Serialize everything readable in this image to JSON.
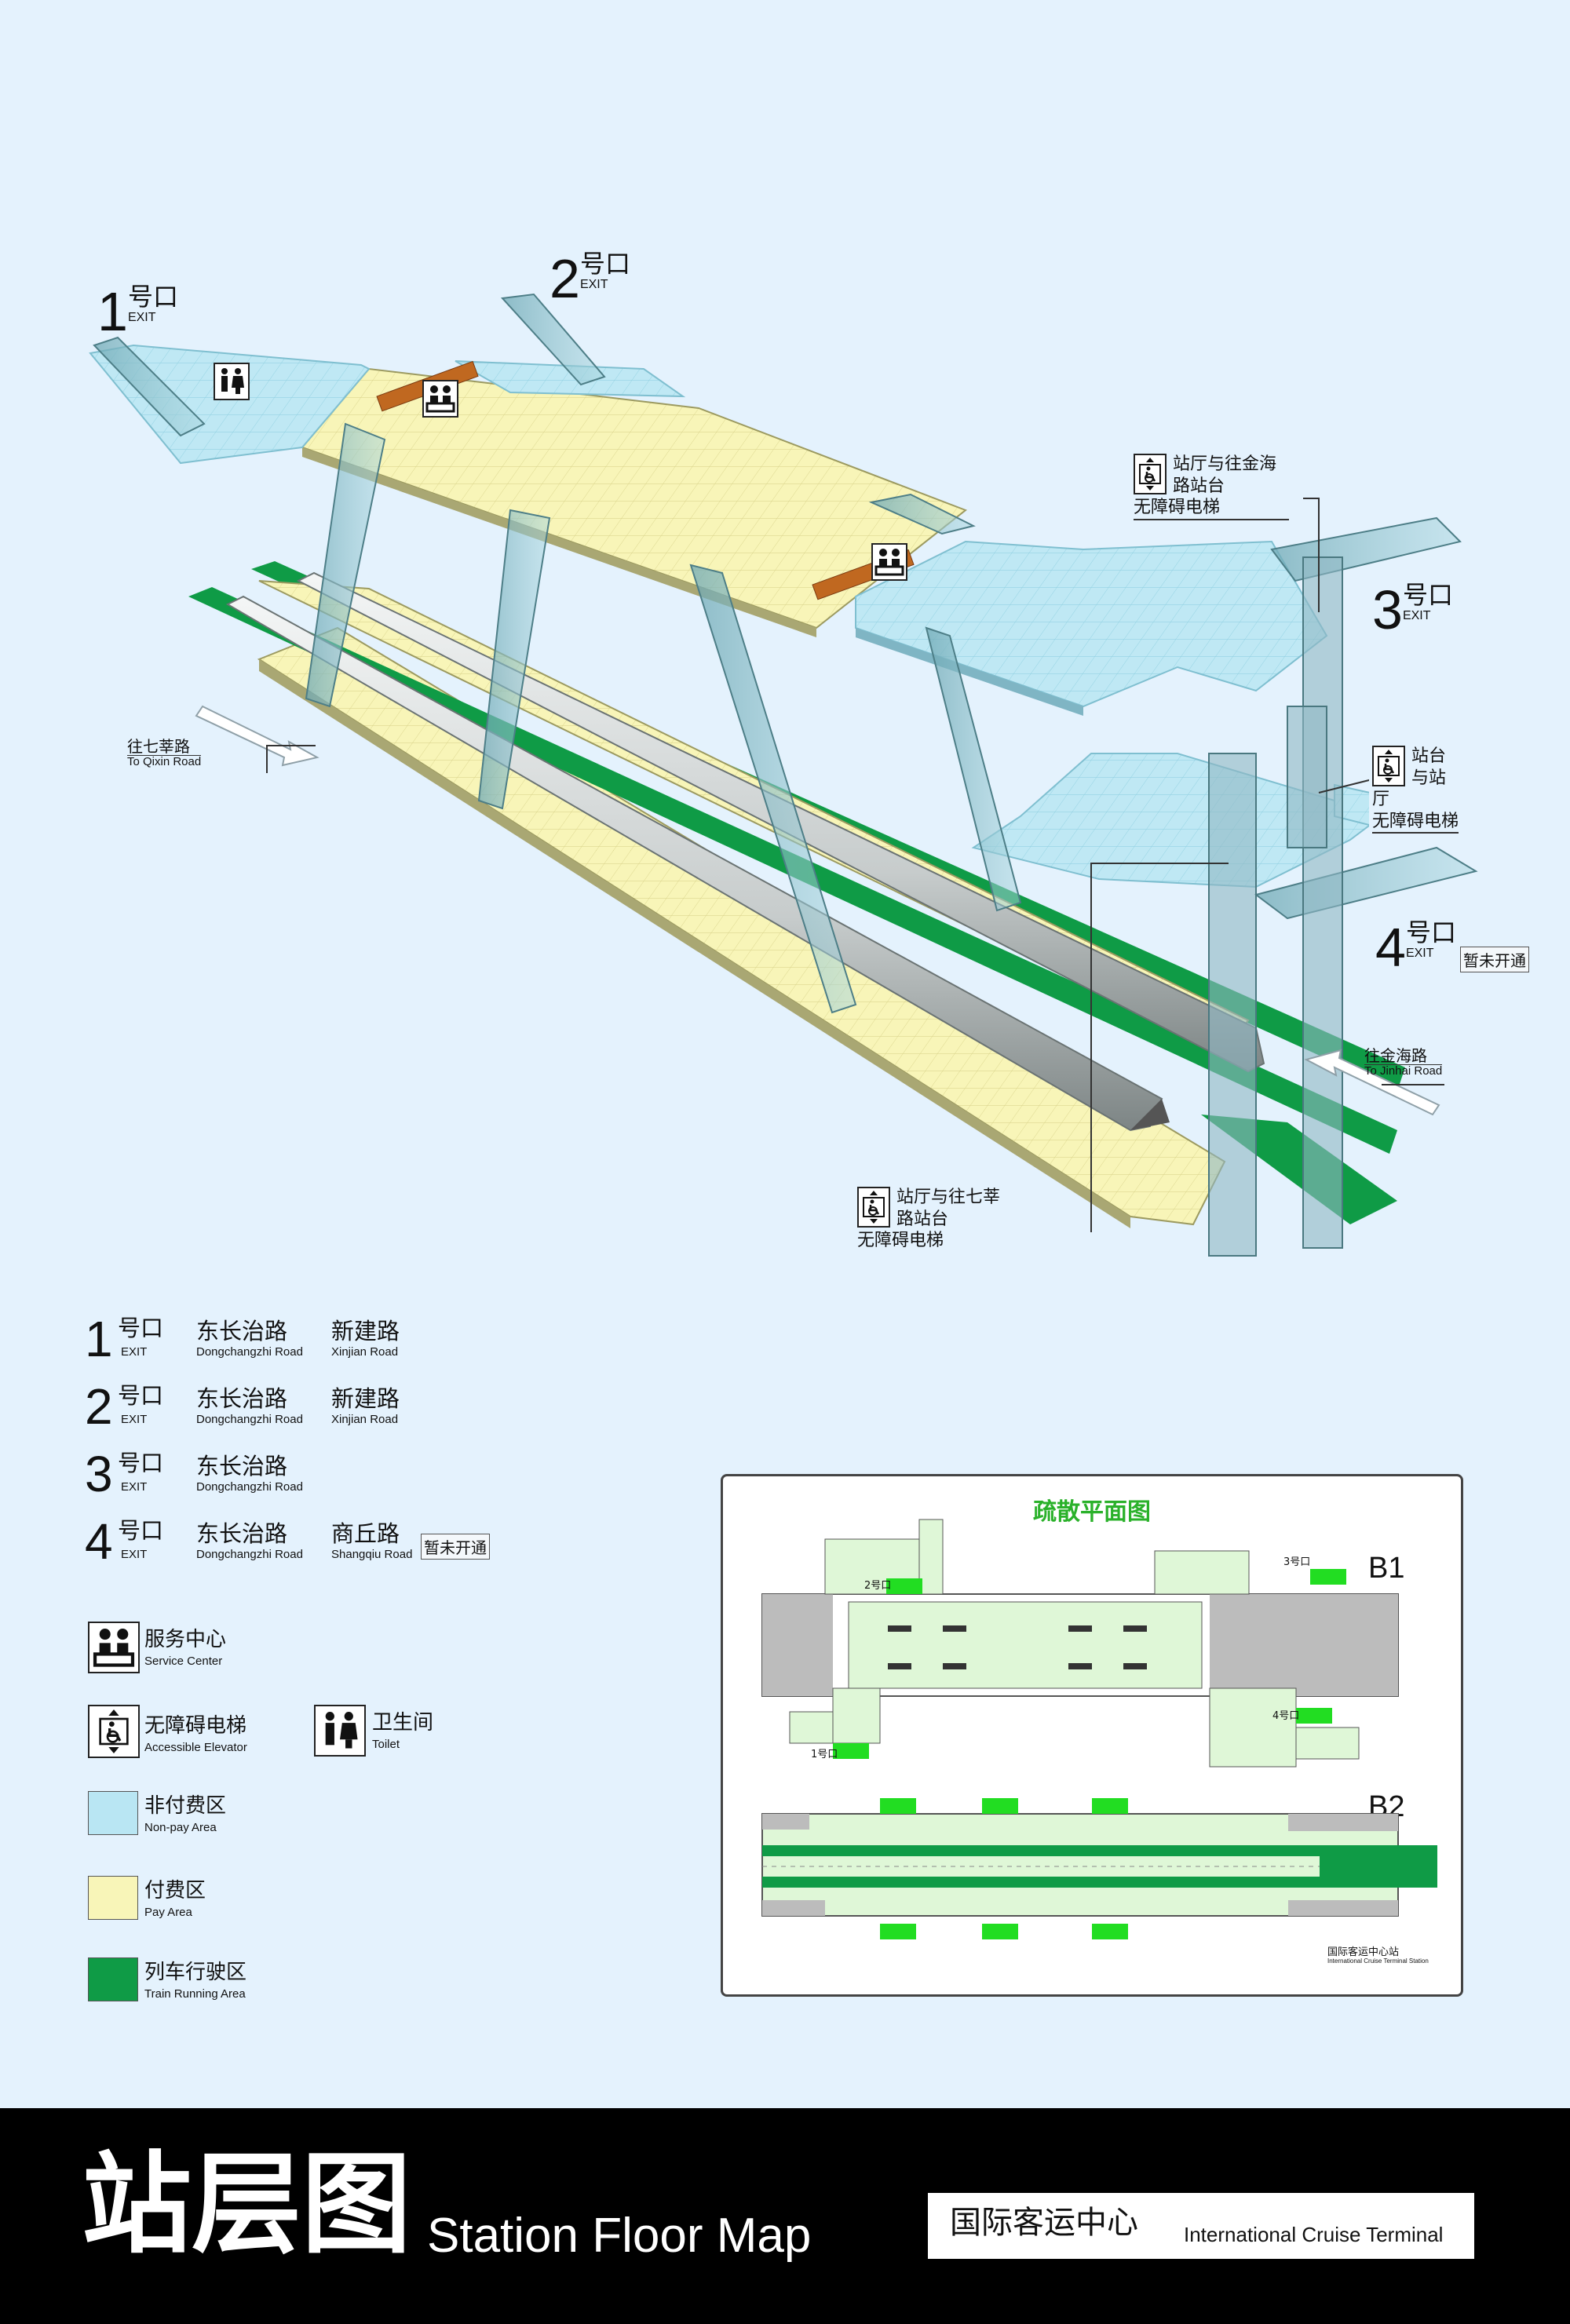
{
  "map": {
    "exits": [
      {
        "num": "1",
        "cn": "号口",
        "en": "EXIT"
      },
      {
        "num": "2",
        "cn": "号口",
        "en": "EXIT"
      },
      {
        "num": "3",
        "cn": "号口",
        "en": "EXIT"
      },
      {
        "num": "4",
        "cn": "号口",
        "en": "EXIT",
        "note": "暂未开通"
      }
    ],
    "directions": {
      "qixin": {
        "cn": "往七莘路",
        "en": "To Qixin Road"
      },
      "jinhai": {
        "cn": "往金海路",
        "en": "To Jinhai Road"
      }
    },
    "callouts": {
      "elev_jinhai": [
        "站厅与往金海路站台",
        "无障碍电梯"
      ],
      "elev_hall": [
        "站台与站厅",
        "无障碍电梯"
      ],
      "elev_qixin": [
        "站厅与往七莘路站台",
        "无障碍电梯"
      ]
    },
    "colors": {
      "nonpay": "#b9e6f3",
      "pay": "#f8f5b8",
      "train": "#0f9b46",
      "background": "#e4f2fd"
    }
  },
  "legend": {
    "exits": [
      {
        "num": "1",
        "cn": "号口",
        "en": "EXIT",
        "roads": [
          {
            "cn": "东长治路",
            "en": "Dongchangzhi Road"
          },
          {
            "cn": "新建路",
            "en": "Xinjian Road"
          }
        ]
      },
      {
        "num": "2",
        "cn": "号口",
        "en": "EXIT",
        "roads": [
          {
            "cn": "东长治路",
            "en": "Dongchangzhi Road"
          },
          {
            "cn": "新建路",
            "en": "Xinjian Road"
          }
        ]
      },
      {
        "num": "3",
        "cn": "号口",
        "en": "EXIT",
        "roads": [
          {
            "cn": "东长治路",
            "en": "Dongchangzhi Road"
          }
        ]
      },
      {
        "num": "4",
        "cn": "号口",
        "en": "EXIT",
        "roads": [
          {
            "cn": "东长治路",
            "en": "Dongchangzhi Road"
          },
          {
            "cn": "商丘路",
            "en": "Shangqiu Road"
          }
        ],
        "badge": "暂未开通"
      }
    ],
    "facilities": {
      "service": {
        "cn": "服务中心",
        "en": "Service Center",
        "icon": "service-center-icon"
      },
      "elevator": {
        "cn": "无障碍电梯",
        "en": "Accessible Elevator",
        "icon": "accessible-elevator-icon"
      },
      "toilet": {
        "cn": "卫生间",
        "en": "Toilet",
        "icon": "toilet-icon"
      },
      "nonpay": {
        "cn": "非付费区",
        "en": "Non-pay Area",
        "color": "#b9e6f3"
      },
      "pay": {
        "cn": "付费区",
        "en": "Pay Area",
        "color": "#f8f5b8"
      },
      "train": {
        "cn": "列车行驶区",
        "en": "Train Running Area",
        "color": "#0f9b46"
      }
    }
  },
  "evac": {
    "title": "疏散平面图",
    "b1": "B1",
    "b2": "B2",
    "exit_labels": [
      "1号口",
      "2号口",
      "3号口",
      "4号口"
    ],
    "station_cn": "国际客运中心站",
    "station_en": "International Cruise Terminal Station",
    "title_color": "#2ab12a",
    "exit_sign_color": "#22dd22"
  },
  "footer": {
    "title_cn": "站层图",
    "title_en": "Station Floor Map",
    "station_cn": "国际客运中心",
    "station_en": "International Cruise Terminal"
  }
}
